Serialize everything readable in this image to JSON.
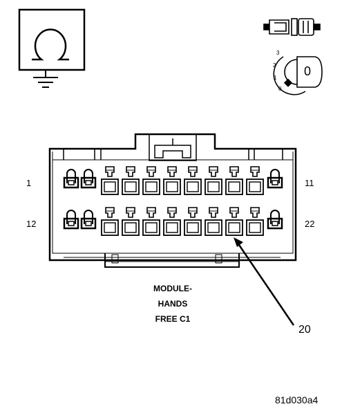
{
  "connector": {
    "pin_first_top": "1",
    "pin_last_top": "11",
    "pin_first_bottom": "12",
    "pin_last_bottom": "22",
    "caption_lines": [
      "MODULE-",
      "HANDS",
      "FREE C1"
    ],
    "callout": "20"
  },
  "ignition_key": {
    "positions": [
      "3",
      "2",
      "1",
      "0"
    ],
    "key_face": "0"
  },
  "figure_id": "81d030a4",
  "icons": [
    "ohmmeter-ground-icon",
    "connector-plug-icon",
    "ignition-key-icon"
  ]
}
